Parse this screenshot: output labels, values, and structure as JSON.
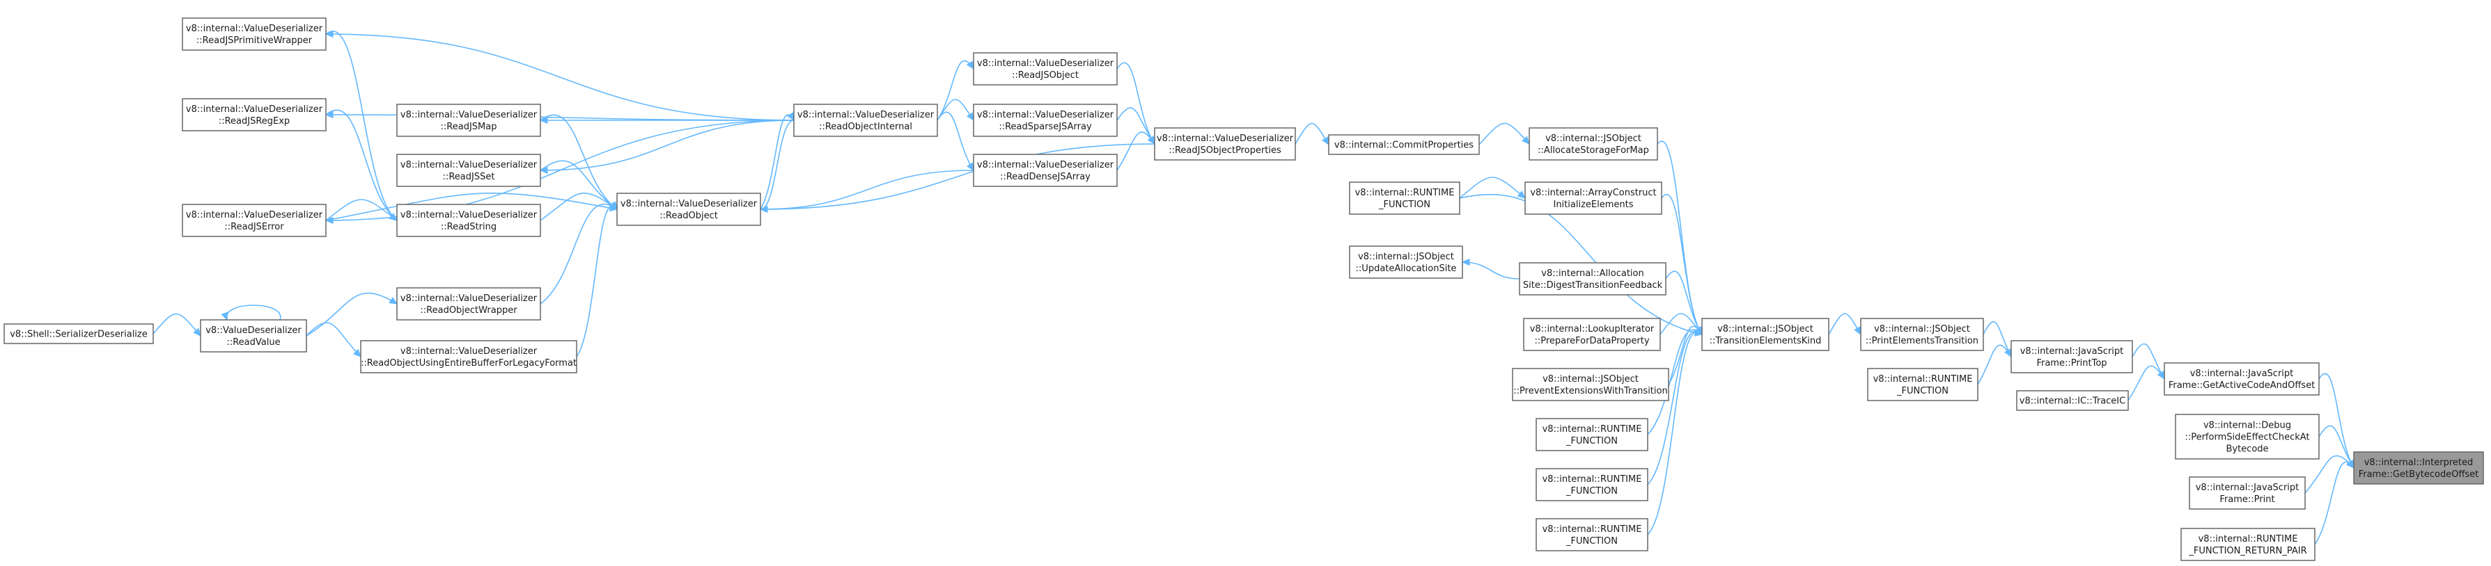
{
  "nodes": [
    {
      "id": "n_getbytecodeoffset",
      "name": "interpreted-frame-getbytecodeoffset-node",
      "highlight": true,
      "lines": [
        "v8::internal::Interpreted",
        "Frame::GetBytecodeOffset"
      ]
    },
    {
      "id": "n_getactivecode",
      "name": "javascript-frame-getactivecodeandoffset-node",
      "lines": [
        "v8::internal::JavaScript",
        "Frame::GetActiveCodeAndOffset"
      ]
    },
    {
      "id": "n_performside",
      "name": "debug-performsideeffectcheckatbytecode-node",
      "lines": [
        "v8::internal::Debug",
        "::PerformSideEffectCheckAt",
        "Bytecode"
      ]
    },
    {
      "id": "n_jsframeprint",
      "name": "javascript-frame-print-node",
      "lines": [
        "v8::internal::JavaScript",
        "Frame::Print"
      ]
    },
    {
      "id": "n_runtime_return_pair",
      "name": "runtime-function-return-pair-node",
      "lines": [
        "v8::internal::RUNTIME",
        "_FUNCTION_RETURN_PAIR"
      ]
    },
    {
      "id": "n_printtop",
      "name": "javascript-frame-printtop-node",
      "lines": [
        "v8::internal::JavaScript",
        "Frame::PrintTop"
      ]
    },
    {
      "id": "n_traceic",
      "name": "ic-traceic-node",
      "lines": [
        "v8::internal::IC::TraceIC"
      ]
    },
    {
      "id": "n_printelementstransition",
      "name": "jsobject-printelementstransition-node",
      "lines": [
        "v8::internal::JSObject",
        "::PrintElementsTransition"
      ]
    },
    {
      "id": "n_runtime_a",
      "name": "runtime-function-node-a",
      "lines": [
        "v8::internal::RUNTIME",
        "_FUNCTION"
      ]
    },
    {
      "id": "n_transitionelementskind",
      "name": "jsobject-transitionelementskind-node",
      "lines": [
        "v8::internal::JSObject",
        "::TransitionElementsKind"
      ]
    },
    {
      "id": "n_allocatestorageformap",
      "name": "jsobject-allocatestorageformap-node",
      "lines": [
        "v8::internal::JSObject",
        "::AllocateStorageForMap"
      ]
    },
    {
      "id": "n_arrayconstruct",
      "name": "arrayconstruct-initializeelements-node",
      "lines": [
        "v8::internal::ArrayConstruct",
        "InitializeElements"
      ]
    },
    {
      "id": "n_digesttransition",
      "name": "allocationsite-digesttransitionfeedback-node",
      "lines": [
        "v8::internal::Allocation",
        "Site::DigestTransitionFeedback"
      ]
    },
    {
      "id": "n_preparefordataproperty",
      "name": "lookupiterator-preparefordataproperty-node",
      "lines": [
        "v8::internal::LookupIterator",
        "::PrepareForDataProperty"
      ]
    },
    {
      "id": "n_preventextensions",
      "name": "jsobject-preventextensionswithtransition-node",
      "lines": [
        "v8::internal::JSObject",
        "::PreventExtensionsWithTransition"
      ]
    },
    {
      "id": "n_runtime_b",
      "name": "runtime-function-node-b",
      "lines": [
        "v8::internal::RUNTIME",
        "_FUNCTION"
      ]
    },
    {
      "id": "n_runtime_c",
      "name": "runtime-function-node-c",
      "lines": [
        "v8::internal::RUNTIME",
        "_FUNCTION"
      ]
    },
    {
      "id": "n_runtime_d",
      "name": "runtime-function-node-d",
      "lines": [
        "v8::internal::RUNTIME",
        "_FUNCTION"
      ]
    },
    {
      "id": "n_runtime_e",
      "name": "runtime-function-node-e",
      "lines": [
        "v8::internal::RUNTIME",
        "_FUNCTION"
      ]
    },
    {
      "id": "n_updateallocationsite",
      "name": "jsobject-updateallocationsite-node",
      "lines": [
        "v8::internal::JSObject",
        "::UpdateAllocationSite"
      ]
    },
    {
      "id": "n_commitproperties",
      "name": "commitproperties-node",
      "lines": [
        "v8::internal::CommitProperties"
      ]
    },
    {
      "id": "n_readjsobjectproperties",
      "name": "valuedeserializer-readjsobjectproperties-node",
      "lines": [
        "v8::internal::ValueDeserializer",
        "::ReadJSObjectProperties"
      ]
    },
    {
      "id": "n_readjsobject",
      "name": "valuedeserializer-readjsobject-node",
      "lines": [
        "v8::internal::ValueDeserializer",
        "::ReadJSObject"
      ]
    },
    {
      "id": "n_readsparsejsarray",
      "name": "valuedeserializer-readsparsejsarray-node",
      "lines": [
        "v8::internal::ValueDeserializer",
        "::ReadSparseJSArray"
      ]
    },
    {
      "id": "n_readdensejsarray",
      "name": "valuedeserializer-readdensejsarray-node",
      "lines": [
        "v8::internal::ValueDeserializer",
        "::ReadDenseJSArray"
      ]
    },
    {
      "id": "n_readobjectinternal",
      "name": "valuedeserializer-readobjectinternal-node",
      "lines": [
        "v8::internal::ValueDeserializer",
        "::ReadObjectInternal"
      ]
    },
    {
      "id": "n_readobject",
      "name": "valuedeserializer-readobject-node",
      "lines": [
        "v8::internal::ValueDeserializer",
        "::ReadObject"
      ]
    },
    {
      "id": "n_readjsmap",
      "name": "valuedeserializer-readjsmap-node",
      "lines": [
        "v8::internal::ValueDeserializer",
        "::ReadJSMap"
      ]
    },
    {
      "id": "n_readjsset",
      "name": "valuedeserializer-readjsset-node",
      "lines": [
        "v8::internal::ValueDeserializer",
        "::ReadJSSet"
      ]
    },
    {
      "id": "n_readstring",
      "name": "valuedeserializer-readstring-node",
      "lines": [
        "v8::internal::ValueDeserializer",
        "::ReadString"
      ]
    },
    {
      "id": "n_readobjectwrapper",
      "name": "valuedeserializer-readobjectwrapper-node",
      "lines": [
        "v8::internal::ValueDeserializer",
        "::ReadObjectWrapper"
      ]
    },
    {
      "id": "n_readobjectusingentirebuffer",
      "name": "valuedeserializer-readobjectusingentirebufferforlegacyformat-node",
      "lines": [
        "v8::internal::ValueDeserializer",
        "::ReadObjectUsingEntireBufferForLegacyFormat"
      ]
    },
    {
      "id": "n_readjsprimitivewrapper",
      "name": "valuedeserializer-readjsprimitivewrapper-node",
      "lines": [
        "v8::internal::ValueDeserializer",
        "::ReadJSPrimitiveWrapper"
      ]
    },
    {
      "id": "n_readjsregexp",
      "name": "valuedeserializer-readjsregexp-node",
      "lines": [
        "v8::internal::ValueDeserializer",
        "::ReadJSRegExp"
      ]
    },
    {
      "id": "n_readjserror",
      "name": "valuedeserializer-readjserror-node",
      "lines": [
        "v8::internal::ValueDeserializer",
        "::ReadJSError"
      ]
    },
    {
      "id": "n_readvalue",
      "name": "v8-valuedeserializer-readvalue-node",
      "lines": [
        "v8::ValueDeserializer",
        "::ReadValue"
      ]
    },
    {
      "id": "n_shellserializer",
      "name": "shell-serializerdeserialize-node",
      "lines": [
        "v8::Shell::SerializerDeserialize"
      ]
    }
  ],
  "edges": [
    [
      "n_getactivecode",
      "n_getbytecodeoffset"
    ],
    [
      "n_performside",
      "n_getbytecodeoffset"
    ],
    [
      "n_jsframeprint",
      "n_getbytecodeoffset"
    ],
    [
      "n_runtime_return_pair",
      "n_getbytecodeoffset"
    ],
    [
      "n_printtop",
      "n_getactivecode"
    ],
    [
      "n_traceic",
      "n_getactivecode"
    ],
    [
      "n_printelementstransition",
      "n_printtop"
    ],
    [
      "n_runtime_a",
      "n_printtop"
    ],
    [
      "n_transitionelementskind",
      "n_printelementstransition"
    ],
    [
      "n_allocatestorageformap",
      "n_transitionelementskind"
    ],
    [
      "n_arrayconstruct",
      "n_transitionelementskind"
    ],
    [
      "n_digesttransition",
      "n_transitionelementskind"
    ],
    [
      "n_preparefordataproperty",
      "n_transitionelementskind"
    ],
    [
      "n_preventextensions",
      "n_transitionelementskind"
    ],
    [
      "n_runtime_b",
      "n_transitionelementskind"
    ],
    [
      "n_runtime_c",
      "n_transitionelementskind"
    ],
    [
      "n_runtime_d",
      "n_transitionelementskind"
    ],
    [
      "n_runtime_e",
      "n_transitionelementskind"
    ],
    [
      "n_digesttransition",
      "n_updateallocationsite"
    ],
    [
      "n_runtime_e",
      "n_arrayconstruct"
    ],
    [
      "n_commitproperties",
      "n_allocatestorageformap"
    ],
    [
      "n_readjsobjectproperties",
      "n_commitproperties"
    ],
    [
      "n_readjsobject",
      "n_readjsobjectproperties"
    ],
    [
      "n_readsparsejsarray",
      "n_readjsobjectproperties"
    ],
    [
      "n_readdensejsarray",
      "n_readjsobjectproperties"
    ],
    [
      "n_readobjectinternal",
      "n_readjsobject"
    ],
    [
      "n_readobjectinternal",
      "n_readsparsejsarray"
    ],
    [
      "n_readobjectinternal",
      "n_readdensejsarray"
    ],
    [
      "n_readobject",
      "n_readobjectinternal"
    ],
    [
      "n_readobjectinternal",
      "n_readobject"
    ],
    [
      "n_readjsobjectproperties",
      "n_readobject"
    ],
    [
      "n_readdensejsarray",
      "n_readobject"
    ],
    [
      "n_readobjectinternal",
      "n_readjsmap"
    ],
    [
      "n_readobjectinternal",
      "n_readjsset"
    ],
    [
      "n_readobjectinternal",
      "n_readjsprimitivewrapper"
    ],
    [
      "n_readobjectinternal",
      "n_readjsregexp"
    ],
    [
      "n_readobjectinternal",
      "n_readjserror"
    ],
    [
      "n_readjsmap",
      "n_readobject"
    ],
    [
      "n_readjsset",
      "n_readobject"
    ],
    [
      "n_readstring",
      "n_readobject"
    ],
    [
      "n_readjserror",
      "n_readobject"
    ],
    [
      "n_readjsprimitivewrapper",
      "n_readstring"
    ],
    [
      "n_readjsregexp",
      "n_readstring"
    ],
    [
      "n_readjserror",
      "n_readstring"
    ],
    [
      "n_readobjectwrapper",
      "n_readobject"
    ],
    [
      "n_readobjectusingentirebuffer",
      "n_readobject"
    ],
    [
      "n_readvalue",
      "n_readobjectwrapper"
    ],
    [
      "n_readvalue",
      "n_readobjectusingentirebuffer"
    ],
    [
      "n_readvalue",
      "n_readvalue"
    ],
    [
      "n_shellserializer",
      "n_readvalue"
    ]
  ]
}
